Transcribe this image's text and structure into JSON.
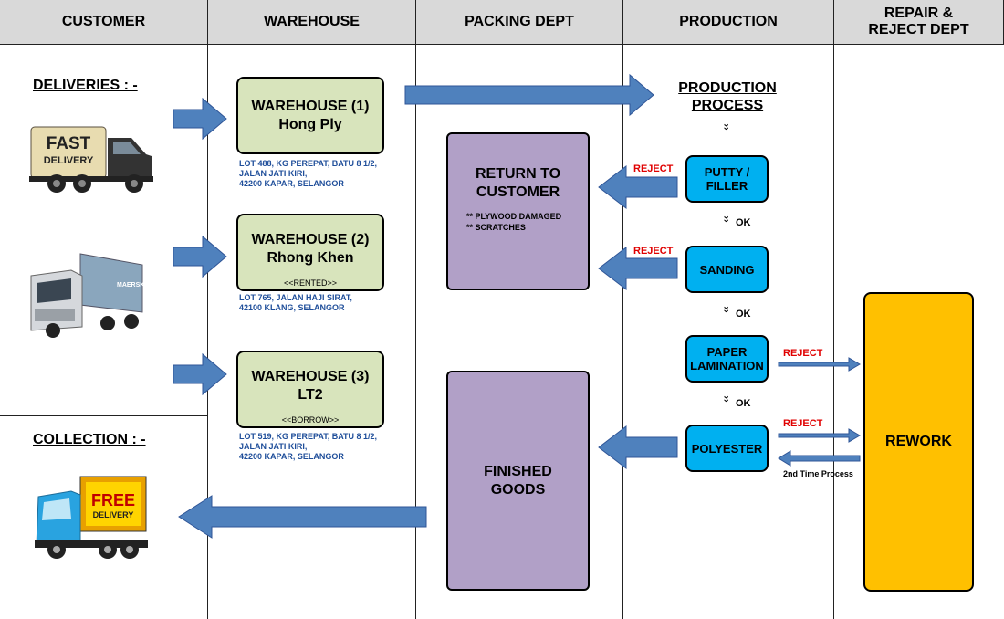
{
  "columns": [
    "CUSTOMER",
    "WAREHOUSE",
    "PACKING DEPT",
    "PRODUCTION",
    "REPAIR &\nREJECT DEPT"
  ],
  "customer": {
    "deliveries_label": "DELIVERIES : -",
    "collection_label": "COLLECTION : -",
    "fast_truck": {
      "line1": "FAST",
      "line2": "DELIVERY"
    },
    "free_truck": {
      "line1": "FREE",
      "line2": "DELIVERY"
    },
    "trailer_brand": "MAERSK"
  },
  "warehouses": [
    {
      "title": "WAREHOUSE (1)",
      "name": "Hong Ply",
      "note": "",
      "address": "LOT 488, KG PEREPAT, BATU 8 1/2,\nJALAN JATI KIRI,\n42200 KAPAR, SELANGOR"
    },
    {
      "title": "WAREHOUSE (2)",
      "name": "Rhong Khen",
      "note": "<<RENTED>>",
      "address": "LOT 765, JALAN HAJI SIRAT,\n42100 KLANG, SELANGOR"
    },
    {
      "title": "WAREHOUSE (3)",
      "name": "LT2",
      "note": "<<BORROW>>",
      "address": "LOT 519, KG PEREPAT, BATU 8 1/2,\nJALAN JATI KIRI,\n42200 KAPAR, SELANGOR"
    }
  ],
  "packing": {
    "return": {
      "title": "RETURN TO\nCUSTOMER",
      "notes": "** PLYWOOD DAMAGED\n** SCRATCHES"
    },
    "finished": {
      "title": "FINISHED\nGOODS"
    }
  },
  "production": {
    "title": "PRODUCTION\nPROCESS",
    "steps": [
      "PUTTY /\nFILLER",
      "SANDING",
      "PAPER\nLAMINATION",
      "POLYESTER"
    ],
    "ok_label": "OK",
    "reject_label": "REJECT",
    "chevron": "››"
  },
  "repair": {
    "rework": "REWORK",
    "second_time": "2nd Time Process"
  },
  "colors": {
    "header_bg": "#d9d9d9",
    "warehouse": "#d8e4bc",
    "packing": "#b1a0c7",
    "process": "#00b0f0",
    "rework": "#ffc000",
    "arrow": "#4f81bd",
    "reject": "#e00000"
  }
}
